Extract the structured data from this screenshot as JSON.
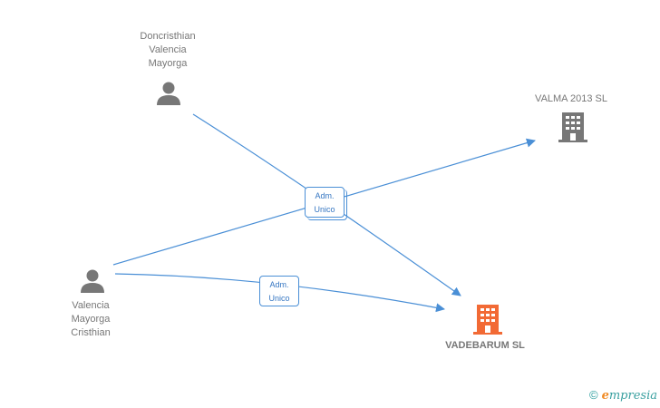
{
  "diagram": {
    "nodes": [
      {
        "id": "doncristhian",
        "type": "person",
        "label_lines": [
          "Doncristhian",
          "Valencia",
          "Mayorga"
        ]
      },
      {
        "id": "valencia",
        "type": "person",
        "label_lines": [
          "Valencia",
          "Mayorga",
          "Cristhian"
        ]
      },
      {
        "id": "valma",
        "type": "company",
        "label_lines": [
          "VALMA 2013 SL"
        ]
      },
      {
        "id": "vadebarum",
        "type": "company",
        "label_lines": [
          "VADEBARUM SL"
        ],
        "highlight": true
      }
    ],
    "edges": [
      {
        "from": "doncristhian",
        "to": "vadebarum"
      },
      {
        "from": "valencia",
        "to": "valma"
      },
      {
        "from": "valencia",
        "to": "vadebarum"
      }
    ],
    "edge_labels": [
      {
        "id": "label-upper",
        "line1": "Adm.",
        "line2": "Unico"
      },
      {
        "id": "label-lower",
        "line1": "Adm.",
        "line2": "Unico"
      }
    ]
  },
  "footer": {
    "copyright_symbol": "©",
    "brand_first": "e",
    "brand_rest": "mpresia"
  },
  "colors": {
    "edge": "#4a8fd6",
    "person_icon": "#777777",
    "company_icon": "#777777",
    "main_company_icon": "#f26a35",
    "label_text": "#777777",
    "brand_teal": "#3aa0a0",
    "brand_orange": "#f08a24"
  }
}
